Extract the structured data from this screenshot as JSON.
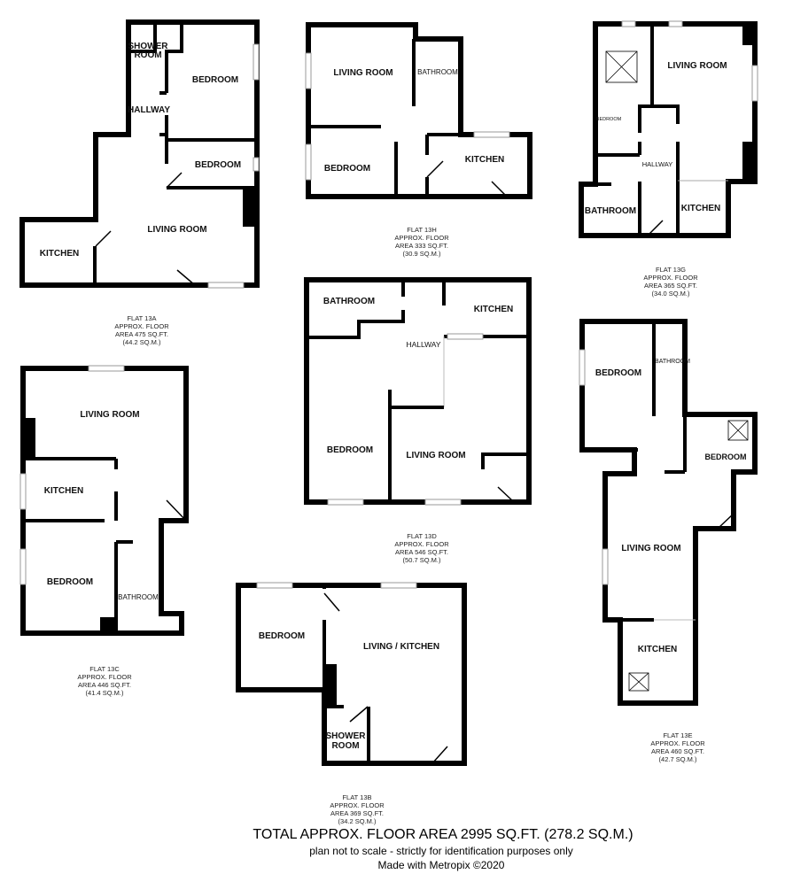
{
  "flats": {
    "a": {
      "caption": [
        "FLAT 13A",
        "APPROX. FLOOR",
        "AREA 475 SQ.FT.",
        "(44.2 SQ.M.)"
      ],
      "rooms": [
        "SHOWER",
        "ROOM",
        "BEDROOM",
        "HALLWAY",
        "BEDROOM",
        "LIVING ROOM",
        "KITCHEN"
      ]
    },
    "h": {
      "caption": [
        "FLAT 13H",
        "APPROX. FLOOR",
        "AREA 333 SQ.FT.",
        "(30.9 SQ.M.)"
      ],
      "rooms": [
        "LIVING ROOM",
        "BATHROOM",
        "BEDROOM",
        "KITCHEN"
      ]
    },
    "g": {
      "caption": [
        "FLAT 13G",
        "APPROX. FLOOR",
        "AREA 365 SQ.FT.",
        "(34.0 SQ.M.)"
      ],
      "rooms": [
        "LIVING ROOM",
        "BEDROOM",
        "HALLWAY",
        "BATHROOM",
        "KITCHEN"
      ]
    },
    "d": {
      "caption": [
        "FLAT 13D",
        "APPROX. FLOOR",
        "AREA 546 SQ.FT.",
        "(50.7 SQ.M.)"
      ],
      "rooms": [
        "BATHROOM",
        "KITCHEN",
        "HALLWAY",
        "BEDROOM",
        "LIVING ROOM"
      ]
    },
    "c": {
      "caption": [
        "FLAT 13C",
        "APPROX. FLOOR",
        "AREA 446 SQ.FT.",
        "(41.4 SQ.M.)"
      ],
      "rooms": [
        "LIVING ROOM",
        "KITCHEN",
        "BEDROOM",
        "BATHROOM"
      ]
    },
    "e": {
      "caption": [
        "FLAT 13E",
        "APPROX. FLOOR",
        "AREA 460 SQ.FT.",
        "(42.7 SQ.M.)"
      ],
      "rooms": [
        "BEDROOM",
        "BATHROOM",
        "BEDROOM",
        "LIVING ROOM",
        "KITCHEN"
      ]
    },
    "b": {
      "caption": [
        "FLAT 13B",
        "APPROX. FLOOR",
        "AREA 369 SQ.FT.",
        "(34.2 SQ.M.)"
      ],
      "rooms": [
        "BEDROOM",
        "LIVING / KITCHEN",
        "SHOWER",
        "ROOM"
      ]
    }
  },
  "footer": {
    "total": "TOTAL APPROX. FLOOR AREA 2995 SQ.FT. (278.2 SQ.M.)",
    "disclaimer": "plan not to scale - strictly for identification purposes only",
    "credit": "Made with Metropix ©2020"
  }
}
